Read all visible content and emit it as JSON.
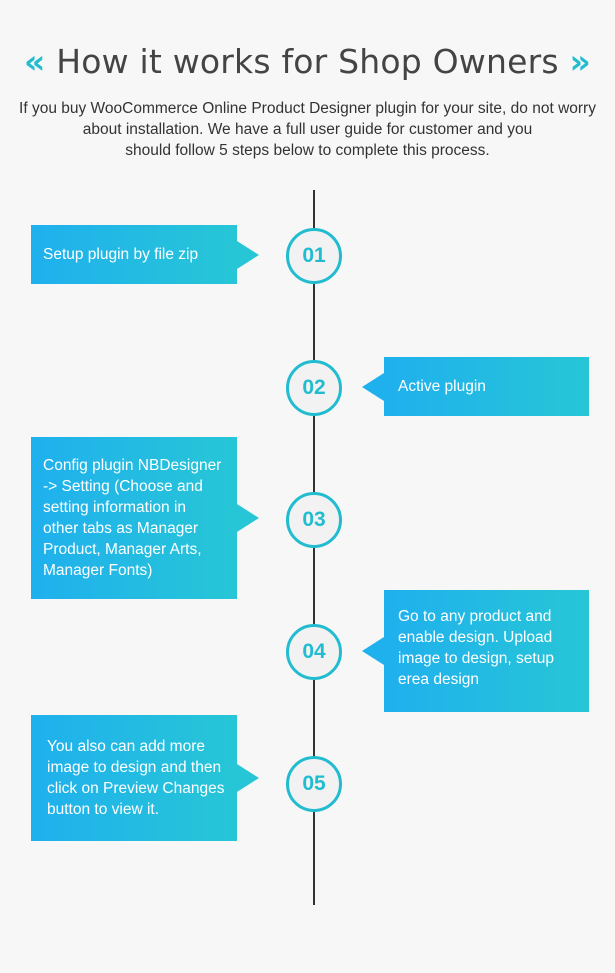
{
  "title": {
    "left_chevron": "«",
    "text": "How it works for Shop Owners",
    "right_chevron": "»"
  },
  "intro_lines": [
    "If you buy WooCommerce Online Product Designer plugin for your site, do not worry",
    "about installation. We have a full user guide for customer and you",
    "should follow 5 steps below to complete this process."
  ],
  "steps": [
    {
      "number": "01",
      "side": "left",
      "lines": [
        "Setup plugin by file zip"
      ]
    },
    {
      "number": "02",
      "side": "right",
      "lines": [
        "Active plugin"
      ]
    },
    {
      "number": "03",
      "side": "left",
      "lines": [
        "Config plugin NBDesigner",
        "->  Setting (Choose and",
        "setting information in",
        "other tabs as Manager",
        "Product, Manager Arts,",
        "Manager Fonts)"
      ]
    },
    {
      "number": "04",
      "side": "right",
      "lines": [
        "Go to any product  and",
        "enable design. Upload",
        "image to design, setup",
        "erea design"
      ]
    },
    {
      "number": "05",
      "side": "left",
      "lines": [
        "You also can add more",
        "image to design and then",
        "click on Preview Changes",
        "button to view it."
      ]
    }
  ],
  "colors": {
    "accent": "#22bcd0",
    "bubble_start": "#1fb0ee",
    "bubble_end": "#27c6d6",
    "timeline": "#333333",
    "background": "#f7f7f7"
  }
}
